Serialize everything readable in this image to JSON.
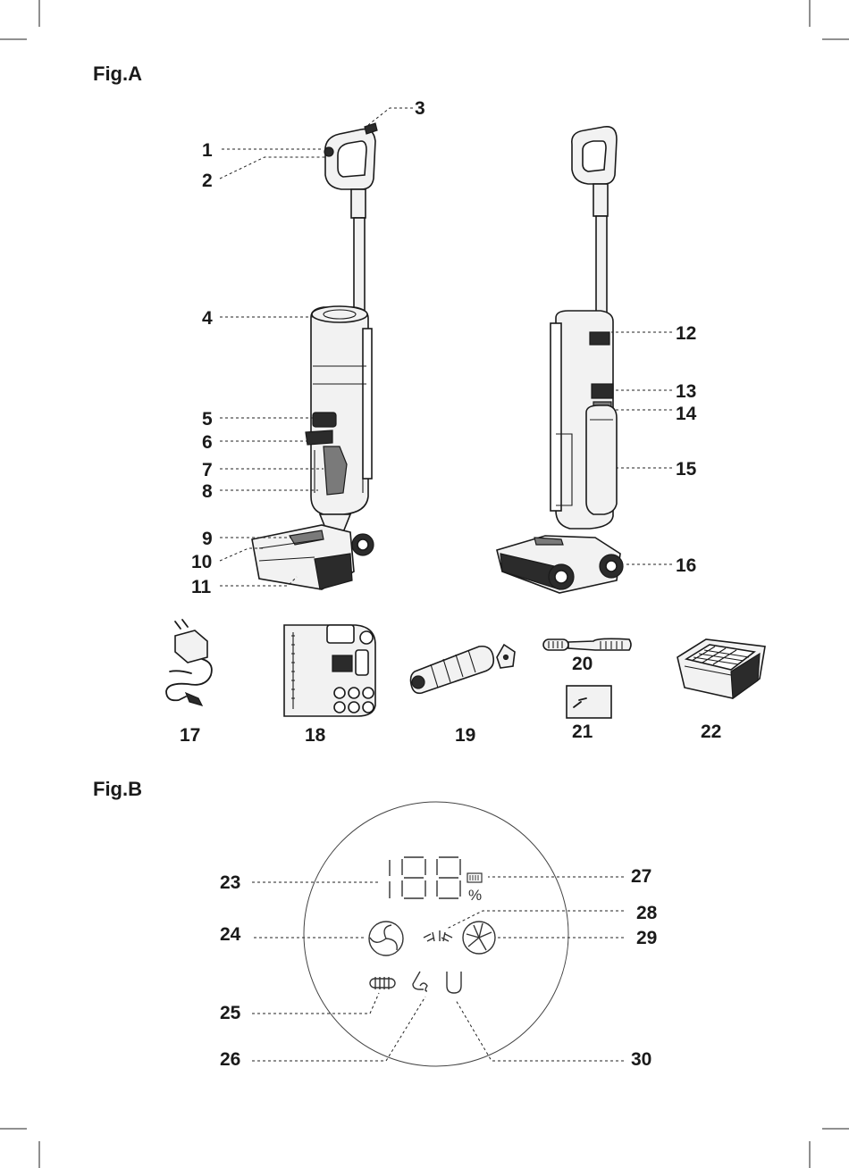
{
  "fig_a": {
    "title": "Fig.A",
    "callouts": [
      "1",
      "2",
      "3",
      "4",
      "5",
      "6",
      "7",
      "8",
      "9",
      "10",
      "11",
      "12",
      "13",
      "14",
      "15",
      "16",
      "17",
      "18",
      "19",
      "20",
      "21",
      "22"
    ]
  },
  "fig_b": {
    "title": "Fig.B",
    "callouts": [
      "23",
      "24",
      "25",
      "26",
      "27",
      "28",
      "29",
      "30"
    ]
  },
  "lcd": {
    "digits": "188",
    "percent_sign": "%"
  }
}
